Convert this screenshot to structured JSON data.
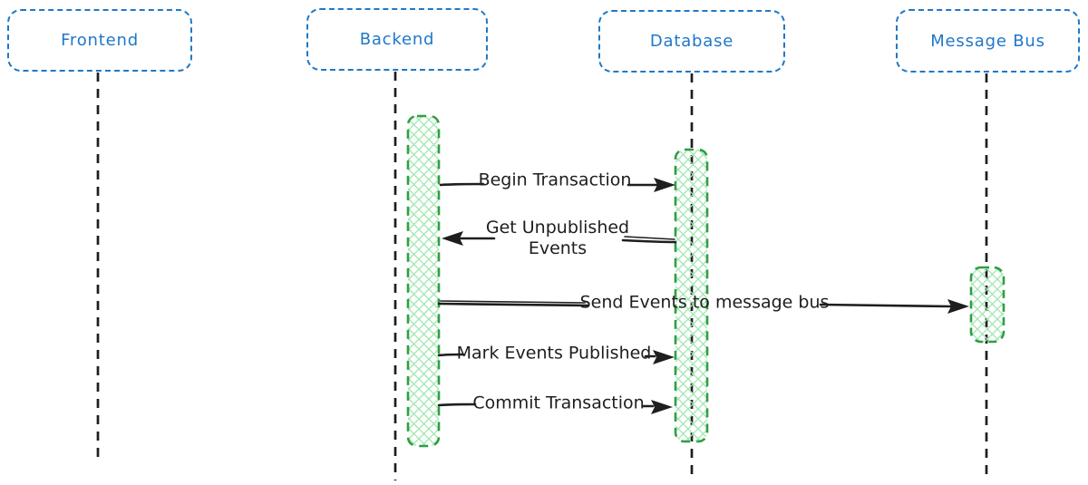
{
  "diagram": {
    "kind": "sequence-diagram",
    "participants": [
      {
        "id": "frontend",
        "label": "Frontend"
      },
      {
        "id": "backend",
        "label": "Backend"
      },
      {
        "id": "database",
        "label": "Database"
      },
      {
        "id": "message-bus",
        "label": "Message Bus"
      }
    ],
    "messages": [
      {
        "from": "Backend",
        "to": "Database",
        "label": "Begin Transaction"
      },
      {
        "from": "Database",
        "to": "Backend",
        "label": "Get Unpublished Events"
      },
      {
        "from": "Backend",
        "to": "Message Bus",
        "label": "Send Events to message bus"
      },
      {
        "from": "Backend",
        "to": "Database",
        "label": "Mark Events Published"
      },
      {
        "from": "Backend",
        "to": "Database",
        "label": "Commit Transaction"
      }
    ],
    "activations": [
      {
        "participant": "Backend"
      },
      {
        "participant": "Database"
      },
      {
        "participant": "Message Bus"
      }
    ],
    "colors": {
      "participant_blue": "#1f78c8",
      "activation_border_green": "#2f9e44",
      "activation_hatch_green": "#9fe7ae",
      "line_black": "#1e1e1e",
      "background": "#ffffff"
    }
  }
}
